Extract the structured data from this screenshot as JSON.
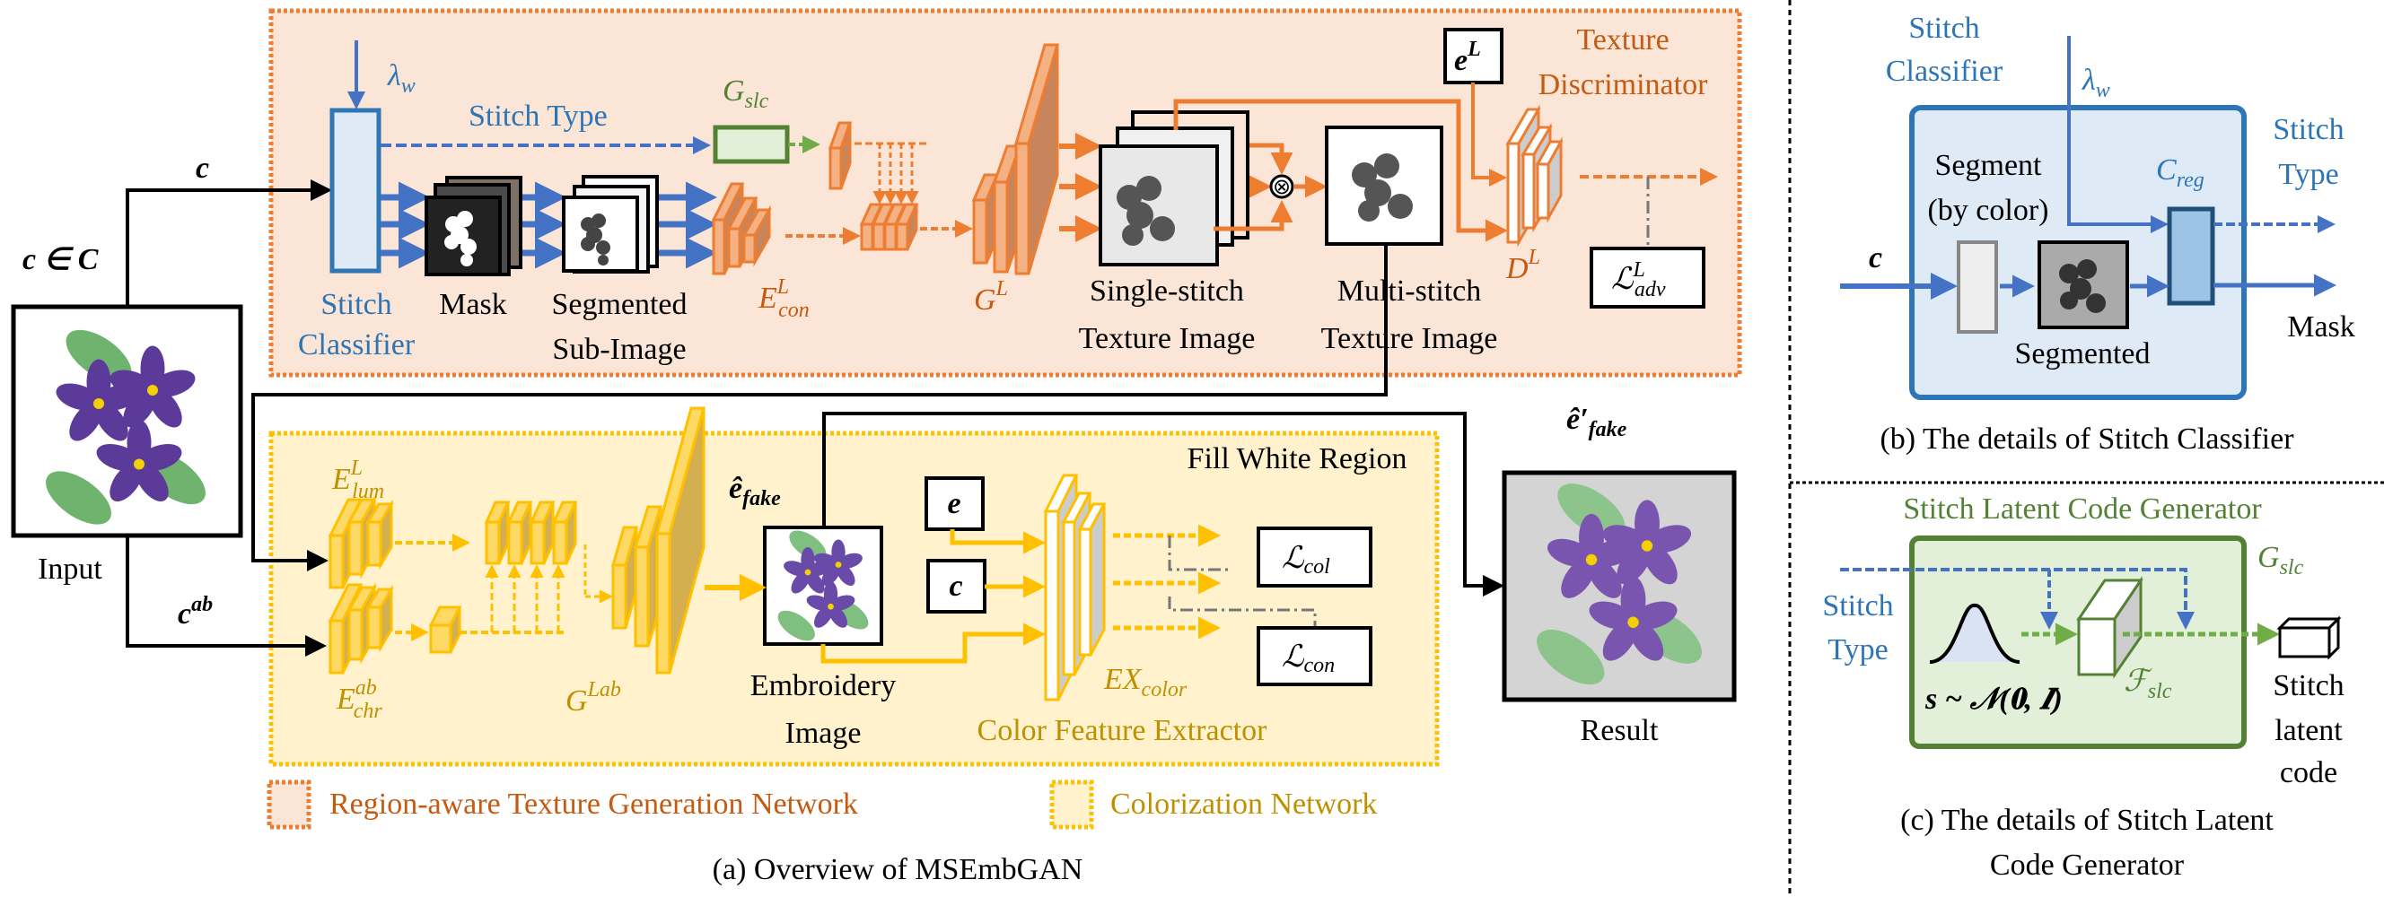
{
  "colors": {
    "texture_network": "#ED7D31",
    "texture_fill": "#FBE5D6",
    "colorization_network": "#FFC000",
    "colorization_fill": "#FFF2CC",
    "stitch_classifier": "#4472C4",
    "stitch_latent": "#70AD47"
  },
  "input": {
    "label": "Input",
    "set_main": "c ∈ ",
    "set_cal": "C",
    "c": "c",
    "cab_main": "c",
    "cab_sup": "ab"
  },
  "texture_network": {
    "lambda_main": "λ",
    "lambda_sub": "w",
    "stitch_type": "Stitch Type",
    "gslc_main": "G",
    "gslc_sub": "slc",
    "stitch_classifier_1": "Stitch",
    "stitch_classifier_2": "Classifier",
    "mask": "Mask",
    "segmented_1": "Segmented",
    "segmented_2": "Sub-Image",
    "econ_main": "E",
    "econ_sup": "L",
    "econ_sub": "con",
    "gl_main": "G",
    "gl_sup": "L",
    "single_1": "Single-stitch",
    "single_2": "Texture Image",
    "multi_1": "Multi-stitch",
    "multi_2": "Texture Image",
    "el_main": "e",
    "el_sup": "L",
    "disc_1": "Texture",
    "disc_2": "Discriminator",
    "dl_main": "D",
    "dl_sup": "L",
    "ladv_main": "ℒ",
    "ladv_sup": "L",
    "ladv_sub": "adv",
    "otimes": "⊗"
  },
  "colorization_network": {
    "fill_white": "Fill White Region",
    "elum_main": "E",
    "elum_sup": "L",
    "elum_sub": "lum",
    "echr_main": "E",
    "echr_sup": "ab",
    "echr_sub": "chr",
    "glab_main": "G",
    "glab_sup": "Lab",
    "efake_main": "ê",
    "efake_sub": "fake",
    "embroidery_1": "Embroidery",
    "embroidery_2": "Image",
    "e": "e",
    "c": "c",
    "ex_main": "EX",
    "ex_sub": "color",
    "color_extractor": "Color Feature Extractor",
    "lcol_main": "ℒ",
    "lcol_sub": "col",
    "lcon_main": "ℒ",
    "lcon_sub": "con"
  },
  "result": {
    "label_main": "ê′",
    "label_sub": "fake",
    "label": "Result"
  },
  "legend": {
    "texture": "Region-aware Texture Generation Network",
    "colorization": "Colorization Network"
  },
  "captions": {
    "a": "(a) Overview of MSEmbGAN",
    "b": "(b) The details of Stitch Classifier",
    "c_1": "(c) The details of Stitch Latent",
    "c_2": "Code Generator"
  },
  "panel_b": {
    "title_1": "Stitch",
    "title_2": "Classifier",
    "lambda_main": "λ",
    "lambda_sub": "w",
    "segment_1": "Segment",
    "segment_2": "(by color)",
    "creg_main": "C",
    "creg_sub": "reg",
    "stitch_type_1": "Stitch",
    "stitch_type_2": "Type",
    "mask": "Mask",
    "c": "c",
    "segmented": "Segmented"
  },
  "panel_c": {
    "title": "Stitch Latent Code Generator",
    "gslc_main": "G",
    "gslc_sub": "slc",
    "stitch_type_1": "Stitch",
    "stitch_type_2": "Type",
    "fslc_main": "ℱ",
    "fslc_sub": "slc",
    "noise": "s ~ 𝒩(𝟎, 𝑰)",
    "latent_1": "Stitch",
    "latent_2": "latent",
    "latent_3": "code"
  }
}
